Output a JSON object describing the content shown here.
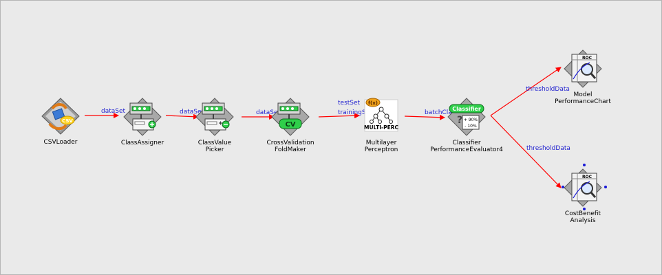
{
  "flow": {
    "nodes": [
      {
        "id": "csv",
        "line1": "CSVLoader",
        "line2": ""
      },
      {
        "id": "assigner",
        "line1": "ClassAssigner",
        "line2": ""
      },
      {
        "id": "picker",
        "line1": "ClassValue",
        "line2": "Picker"
      },
      {
        "id": "cv",
        "line1": "CrossValidation",
        "line2": "FoldMaker"
      },
      {
        "id": "mlp",
        "line1": "Multilayer",
        "line2": "Perceptron"
      },
      {
        "id": "eval",
        "line1": "Classifier",
        "line2": "PerformanceEvaluator4"
      },
      {
        "id": "chart",
        "line1": "Model",
        "line2": "PerformanceChart"
      },
      {
        "id": "cost",
        "line1": "CostBenefit",
        "line2": "Analysis"
      }
    ],
    "connections": [
      {
        "label": "dataSet"
      },
      {
        "label": "dataSet"
      },
      {
        "label": "dataSet"
      },
      {
        "label": "testSet"
      },
      {
        "label": "trainingS"
      },
      {
        "label": "batchCla"
      },
      {
        "label": "thresholdData"
      },
      {
        "label": "thresholdData"
      }
    ]
  },
  "icons": {
    "csv_badge": "CSV",
    "cv_badge": "CV",
    "mlp_badge": "f(x)",
    "mlp_text": "MULTI-PERC",
    "eval_badge": "Classifier",
    "eval_pct_plus": "+ 90%",
    "eval_pct_minus": "- 10%",
    "roc": "ROC"
  },
  "colors": {
    "background": "#eaeaea",
    "connection": "#ff0000",
    "conn_label": "#1f1fcf",
    "handle": "#1a1ad6",
    "green": "#1fd14a"
  }
}
